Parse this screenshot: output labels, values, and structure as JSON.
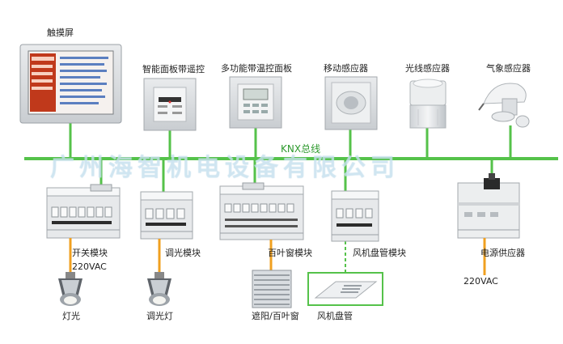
{
  "bus": {
    "label": "KNX总线",
    "color": "#55c24a"
  },
  "watermark": "广州海智机电设备有限公司",
  "sensors": [
    {
      "id": "touch-screen",
      "label": "触摸屏"
    },
    {
      "id": "smart-panel",
      "label": "智能面板带遥控"
    },
    {
      "id": "multi-panel",
      "label": "多功能带温控面板"
    },
    {
      "id": "motion-sensor",
      "label": "移动感应器"
    },
    {
      "id": "light-sensor",
      "label": "光线感应器"
    },
    {
      "id": "weather-sensor",
      "label": "气象感应器"
    }
  ],
  "actuators": [
    {
      "id": "switch-module",
      "label": "开关模块"
    },
    {
      "id": "dimmer-module",
      "label": "调光模块"
    },
    {
      "id": "blind-module",
      "label": "百叶窗模块"
    },
    {
      "id": "fan-coil-module",
      "label": "风机盘管模块"
    },
    {
      "id": "power-supply",
      "label": "电源供应器"
    }
  ],
  "voltage": {
    "switch": "220VAC",
    "power": "220VAC"
  },
  "loads": [
    {
      "id": "lamp",
      "label": "灯光"
    },
    {
      "id": "dimmable-lamp",
      "label": "调光灯"
    },
    {
      "id": "blinds",
      "label": "遮阳/百叶窗"
    },
    {
      "id": "fan-coil",
      "label": "风机盘管"
    }
  ],
  "colors": {
    "load_line": "#f0a020",
    "device_line": "#55c24a",
    "device_gray": "#e6e8ea"
  }
}
